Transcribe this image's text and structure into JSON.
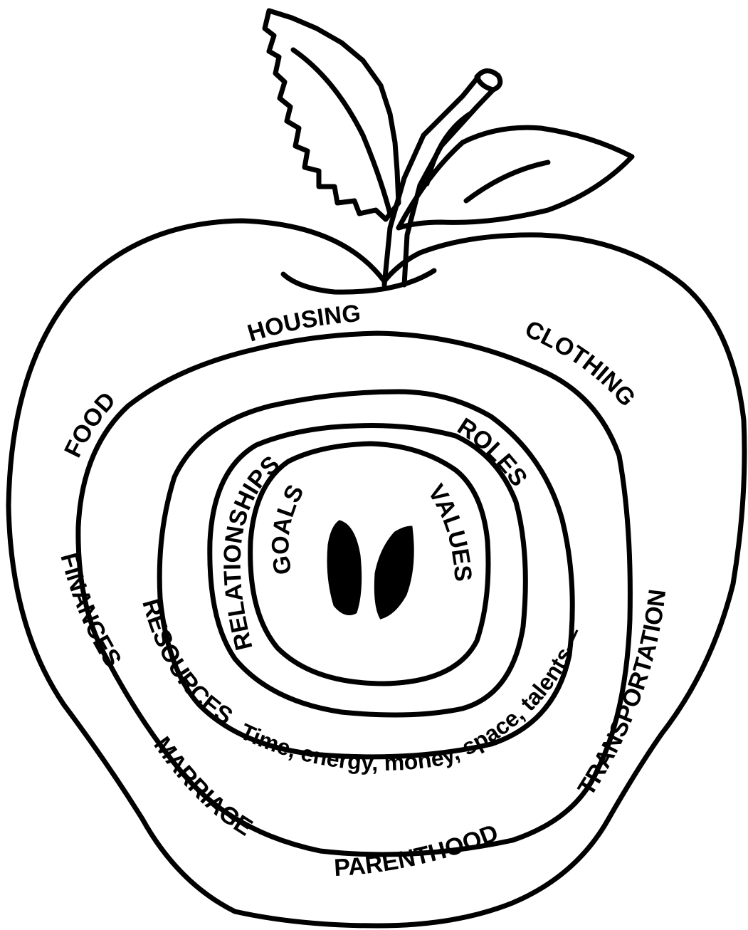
{
  "diagram": {
    "outer_labels": {
      "housing": "HOUSING",
      "clothing": "CLOTHING",
      "food": "FOOD",
      "finances": "FINANCES",
      "transportation": "TRANSPORTATION",
      "marriage": "MARRIAGE",
      "parenthood": "PARENTHOOD"
    },
    "resources_labels": {
      "resources": "RESOURCES—",
      "resources_detail": "Time, energy, money, space, talents—"
    },
    "middle_labels": {
      "roles": "ROLES",
      "relationships": "RELATIONSHIPS"
    },
    "core_labels": {
      "goals": "GOALS",
      "values": "VALUES"
    }
  },
  "colors": {
    "ink": "#000000",
    "background": "#ffffff"
  }
}
